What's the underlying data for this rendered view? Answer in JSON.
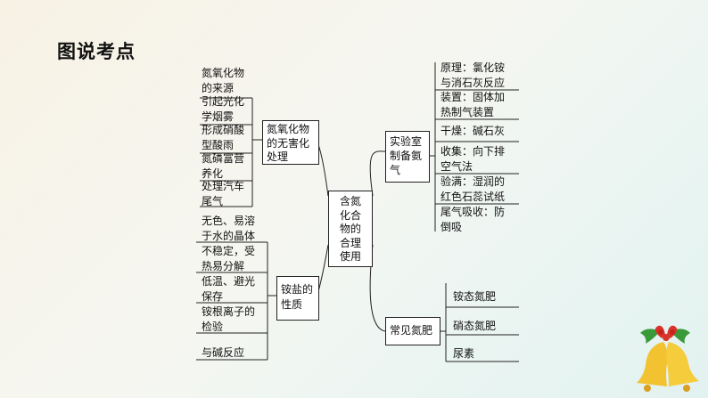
{
  "title": "图说考点",
  "center": "含氮\n化合\n物的\n合理\n使用",
  "branches": {
    "nox": {
      "label": "氮氧化物\n的无害化\n处理",
      "items": [
        "氮氧化物\n的来源",
        "引起光化\n学烟雾",
        "形成硝酸\n型酸雨",
        "氮磷富营\n养化",
        "处理汽车\n尾气"
      ]
    },
    "ammonium": {
      "label": "铵盐的\n性质",
      "items": [
        "无色、易溶\n于水的晶体",
        "不稳定，受\n热易分解",
        "低温、避光\n保存",
        "铵根离子的\n检验",
        "与碱反应"
      ]
    },
    "lab": {
      "label": "实验室\n制备氨\n气",
      "items": [
        "原理：氯化铵\n与消石灰反应",
        "装置：固体加\n热制气装置",
        "干燥：碱石灰",
        "收集：向下排\n空气法",
        "验满：湿润的\n红色石蕊试纸",
        "尾气吸收：防\n倒吸"
      ]
    },
    "fertilizer": {
      "label": "常见氮肥",
      "items": [
        "铵态氮肥",
        "硝态氮肥",
        "尿素"
      ]
    }
  },
  "colors": {
    "line": "#222222",
    "bell": "#f2c230",
    "ribbon": "#d9342b",
    "holly": "#3a9a3a"
  },
  "decoration": "christmas-bells-icon"
}
